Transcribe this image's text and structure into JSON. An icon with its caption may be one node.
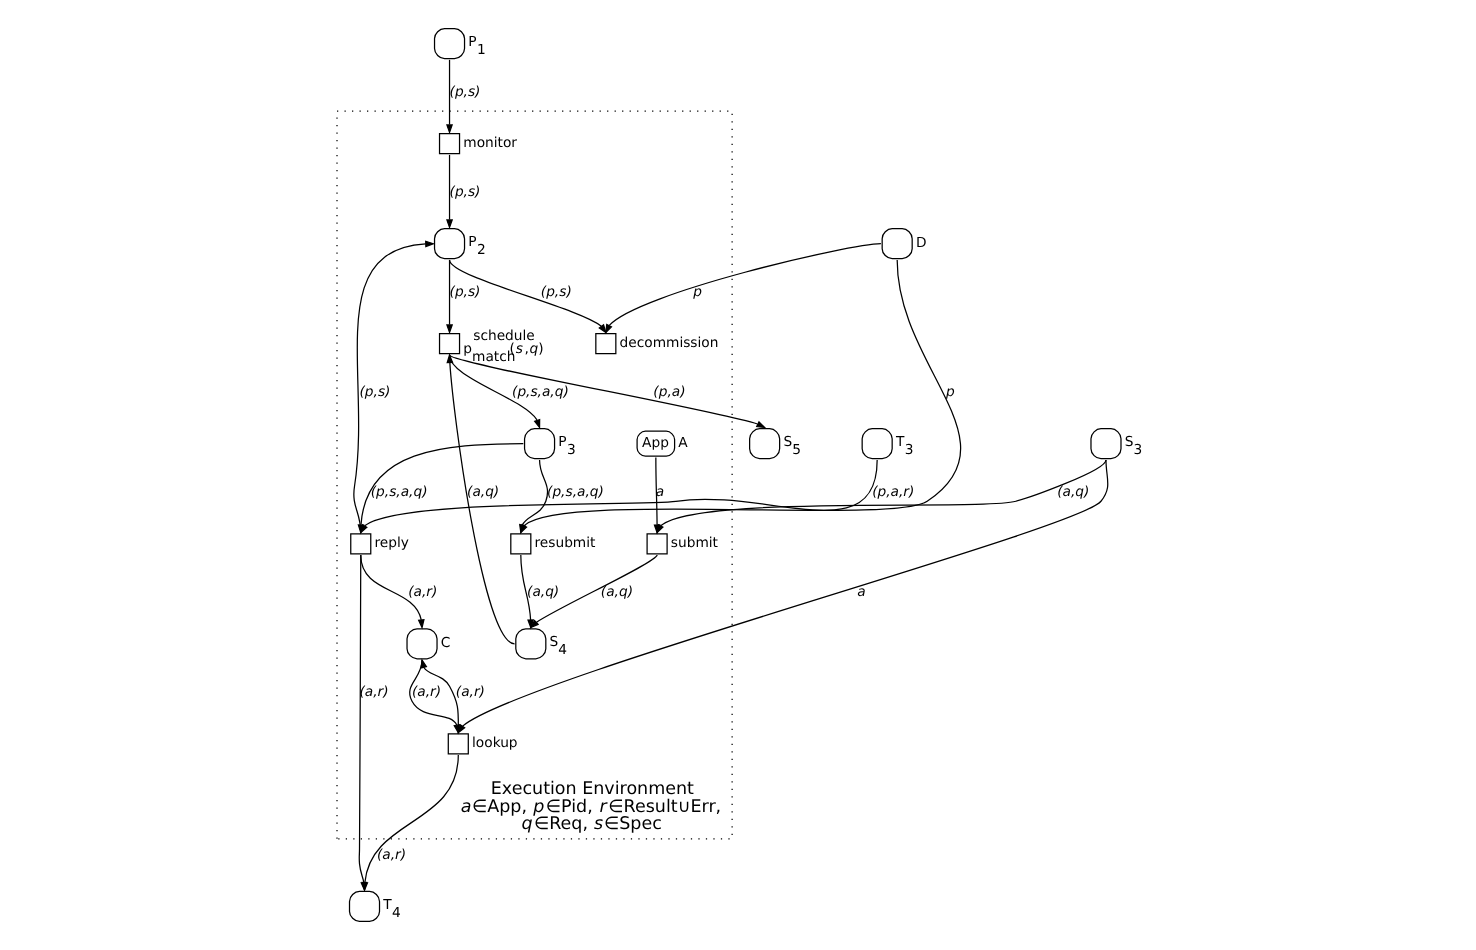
{
  "diagram": {
    "nodes": [
      {
        "text": [
          "Execution Environment",
          "*a*∈App, *p*∈Pid, *r*∈Result∪Err, *q*∈Req, *s*∈Spec"
        ]
      },
      {
        "text": [],
        "shape": "circle",
        "beside": [
          "D"
        ]
      },
      {
        "text": [],
        "shape": "circle",
        "beside": [
          "P$_{1}$"
        ]
      },
      {
        "text": [],
        "shape": "box",
        "beside": [
          "monitor"
        ],
        "in": 0
      },
      {
        "text": [
          "App"
        ],
        "beside": [
          "A"
        ],
        "in": 0
      },
      {
        "text": [],
        "shape": "circle",
        "beside": [
          "P$_{2}$"
        ],
        "in": 0
      },
      {
        "text": [],
        "shape": "box",
        "beside": [
          "decommission"
        ],
        "in": 0
      },
      {
        "text": [],
        "shape": "circle",
        "beside": [
          "S$_{3}$"
        ]
      },
      {
        "text": [],
        "shape": "box",
        "beside": [
          "submit"
        ],
        "in": 0
      },
      {
        "text": [],
        "shape": "circle",
        "beside": [
          "S$_{4}$"
        ],
        "in": 0
      },
      {
        "text": [],
        "shape": "box",
        "beside": [
          "schedule",
          "p$_{match}$(*s*,*q*)"
        ],
        "in": 0
      },
      {
        "text": [],
        "shape": "circle",
        "beside": [
          "S$_{5}$"
        ]
      },
      {
        "text": [],
        "shape": "box",
        "beside": [
          "lookup"
        ],
        "in": 0
      },
      {
        "text": [],
        "shape": "circle",
        "beside": [
          "C"
        ],
        "in": 0
      },
      {
        "text": [],
        "shape": "box",
        "beside": [
          "resubmit"
        ],
        "in": 0
      },
      {
        "text": [],
        "shape": "circle",
        "beside": [
          "P$_{3}$"
        ],
        "in": 0
      },
      {
        "text": [],
        "shape": "circle",
        "beside": [
          "T$_{4}$"
        ]
      },
      {
        "text": [],
        "shape": "box",
        "beside": [
          "reply"
        ],
        "in": 0
      },
      {
        "text": [],
        "shape": "circle",
        "beside": [
          "T$_{3}$"
        ]
      }
    ],
    "edges": [
      {
        "from": 2,
        "to": 3,
        "arrow": "to",
        "label": "(p,s)"
      },
      {
        "from": 3,
        "to": 5,
        "arrow": "to",
        "label": "(p,s)"
      },
      {
        "from": 5,
        "to": 6,
        "arrow": "to",
        "label": "(p,s)"
      },
      {
        "from": 1,
        "to": 6,
        "arrow": "to",
        "label": "p"
      },
      {
        "from": 1,
        "to": 14,
        "arrow": "to",
        "label": "p"
      },
      {
        "from": 5,
        "to": 10,
        "arrow": "to",
        "label": "(p,s)"
      },
      {
        "from": 4,
        "to": 8,
        "arrow": "to",
        "label": "a"
      },
      {
        "from": 7,
        "to": 8,
        "arrow": "to",
        "label": "(a,q)"
      },
      {
        "from": 8,
        "to": 9,
        "arrow": "to",
        "label": "(a,q)"
      },
      {
        "from": 9,
        "to": 10,
        "arrow": "to",
        "label": "(a,q)"
      },
      {
        "from": 10,
        "to": 11,
        "arrow": "to",
        "label": "(p,a)"
      },
      {
        "from": 10,
        "to": 15,
        "arrow": "to",
        "label": "(p,s,a,q)"
      },
      {
        "from": 15,
        "to": 14,
        "arrow": "to",
        "label": "(p,s,a,q)"
      },
      {
        "from": 14,
        "to": 9,
        "arrow": "to",
        "label": "(a,q)"
      },
      {
        "from": 15,
        "to": 17,
        "arrow": "to",
        "label": "(p,s,a,q)"
      },
      {
        "from": 17,
        "to": 5,
        "arrow": "to",
        "label": "(p,s)"
      },
      {
        "from": 18,
        "to": 17,
        "arrow": "to",
        "label": "(p,a,r)"
      },
      {
        "from": 17,
        "to": 16,
        "arrow": "to",
        "label": "(a,r)"
      },
      {
        "from": 17,
        "to": 13,
        "arrow": "to",
        "label": "(a,r)"
      },
      {
        "from": 7,
        "to": 12,
        "arrow": "to",
        "label": "a"
      },
      {
        "from": 13,
        "to": 12,
        "arrow": "to",
        "label": "(a,r)"
      },
      {
        "from": 12,
        "to": 13,
        "arrow": "to",
        "label": "(a,r)"
      },
      {
        "from": 12,
        "to": 16,
        "arrow": "to",
        "label": "(a,r)"
      }
    ]
  }
}
